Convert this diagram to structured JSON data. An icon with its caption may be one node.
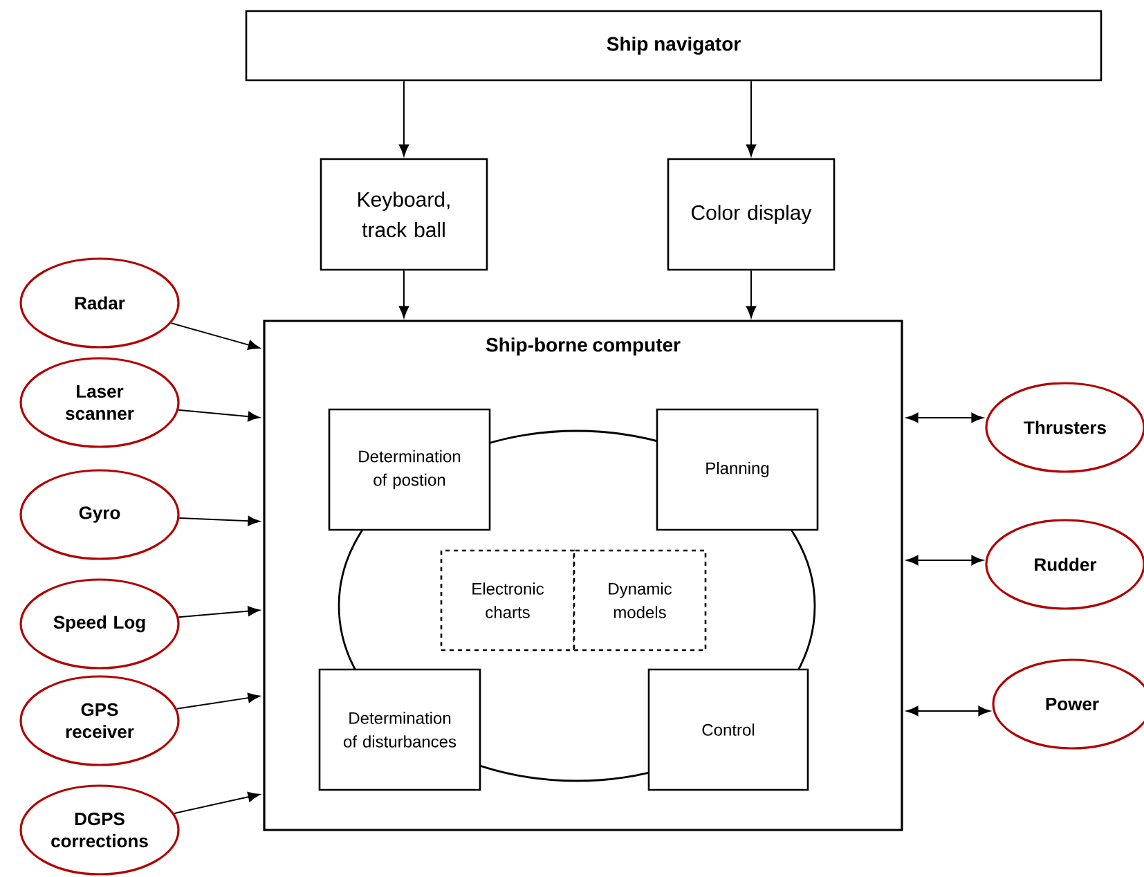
{
  "diagram": {
    "nodes": [
      {
        "text": [
          "Ship navigator"
        ]
      },
      {
        "text": [
          "Keyboard, track ball"
        ]
      },
      {
        "text": [
          "Color display"
        ]
      },
      {
        "text": [
          "Ship-borne computer"
        ]
      },
      {
        "text": [],
        "shape": "ellipse",
        "in": 3
      },
      {
        "text": [
          "Determination of postion"
        ],
        "in": 3
      },
      {
        "text": [
          "Planning"
        ],
        "in": 3
      },
      {
        "text": [
          "Electronic charts"
        ],
        "in": 4
      },
      {
        "text": [
          "Dynamic models"
        ],
        "in": 4
      },
      {
        "text": [
          "Determination of disturbances"
        ],
        "in": 3
      },
      {
        "text": [
          "Control"
        ],
        "in": 3
      },
      {
        "text": [
          "Radar"
        ]
      },
      {
        "text": [
          "Laser scanner"
        ]
      },
      {
        "text": [
          "Gyro"
        ]
      },
      {
        "text": [
          "Speed Log"
        ]
      },
      {
        "text": [
          "GPS receiver"
        ]
      },
      {
        "text": [
          "DGPS corrections"
        ]
      },
      {
        "text": [
          "Thrusters"
        ]
      },
      {
        "text": [
          "Rudder"
        ]
      },
      {
        "text": [
          "Power"
        ]
      }
    ],
    "edges": [
      {
        "from": 0,
        "to": 1,
        "arrow": "to"
      },
      {
        "from": 0,
        "to": 2,
        "arrow": "to"
      },
      {
        "from": 1,
        "to": 3,
        "arrow": "to"
      },
      {
        "from": 2,
        "to": 3,
        "arrow": "to"
      },
      {
        "from": 11,
        "to": 3,
        "arrow": "to"
      },
      {
        "from": 12,
        "to": 3,
        "arrow": "to"
      },
      {
        "from": 13,
        "to": 3,
        "arrow": "to"
      },
      {
        "from": 14,
        "to": 3,
        "arrow": "to"
      },
      {
        "from": 15,
        "to": 3,
        "arrow": "to"
      },
      {
        "from": 16,
        "to": 3,
        "arrow": "to"
      },
      {
        "from": 3,
        "to": 17,
        "arrow": "both"
      },
      {
        "from": 3,
        "to": 18,
        "arrow": "both"
      },
      {
        "from": 3,
        "to": 19,
        "arrow": "both"
      }
    ]
  }
}
